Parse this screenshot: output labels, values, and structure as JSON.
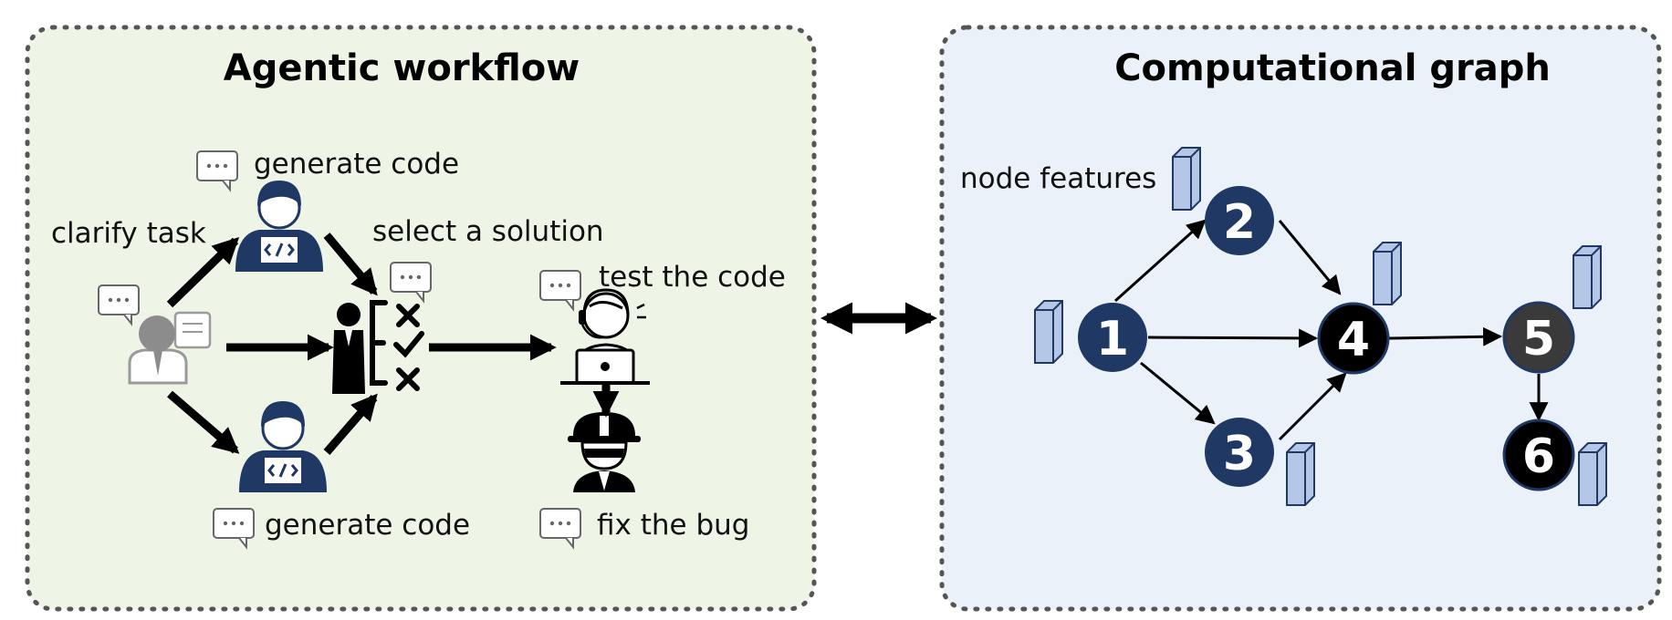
{
  "colors": {
    "left_panel_bg": "#eef4e6",
    "right_panel_bg": "#eaf1f8",
    "navy": "#1f3864",
    "node_black": "#000000",
    "node_gray": "#3a3a3a",
    "feature_block": "#b4c7e7",
    "user_gray": "#8c8c8c"
  },
  "left_panel": {
    "title": "Agentic workflow",
    "labels": {
      "generate_code_top": "generate code",
      "clarify_task": "clarify task",
      "select_solution": "select a solution",
      "test_code": "test the code",
      "generate_code_bottom": "generate code",
      "fix_bug": "fix the bug"
    },
    "icons": [
      "user-icon",
      "coder-icon",
      "coder-icon",
      "manager-icon",
      "checklist-icon",
      "tester-icon",
      "engineer-icon",
      "chat-bubble-icon"
    ]
  },
  "right_panel": {
    "title": "Computational graph",
    "node_features_label": "node features",
    "nodes": [
      {
        "id": "1",
        "label": "1",
        "style": "navy"
      },
      {
        "id": "2",
        "label": "2",
        "style": "navy"
      },
      {
        "id": "3",
        "label": "3",
        "style": "navy"
      },
      {
        "id": "4",
        "label": "4",
        "style": "black"
      },
      {
        "id": "5",
        "label": "5",
        "style": "gray"
      },
      {
        "id": "6",
        "label": "6",
        "style": "black"
      }
    ],
    "edges": [
      {
        "from": "1",
        "to": "2"
      },
      {
        "from": "1",
        "to": "4"
      },
      {
        "from": "1",
        "to": "3"
      },
      {
        "from": "2",
        "to": "4"
      },
      {
        "from": "3",
        "to": "4"
      },
      {
        "from": "4",
        "to": "5"
      },
      {
        "from": "5",
        "to": "6"
      }
    ]
  }
}
